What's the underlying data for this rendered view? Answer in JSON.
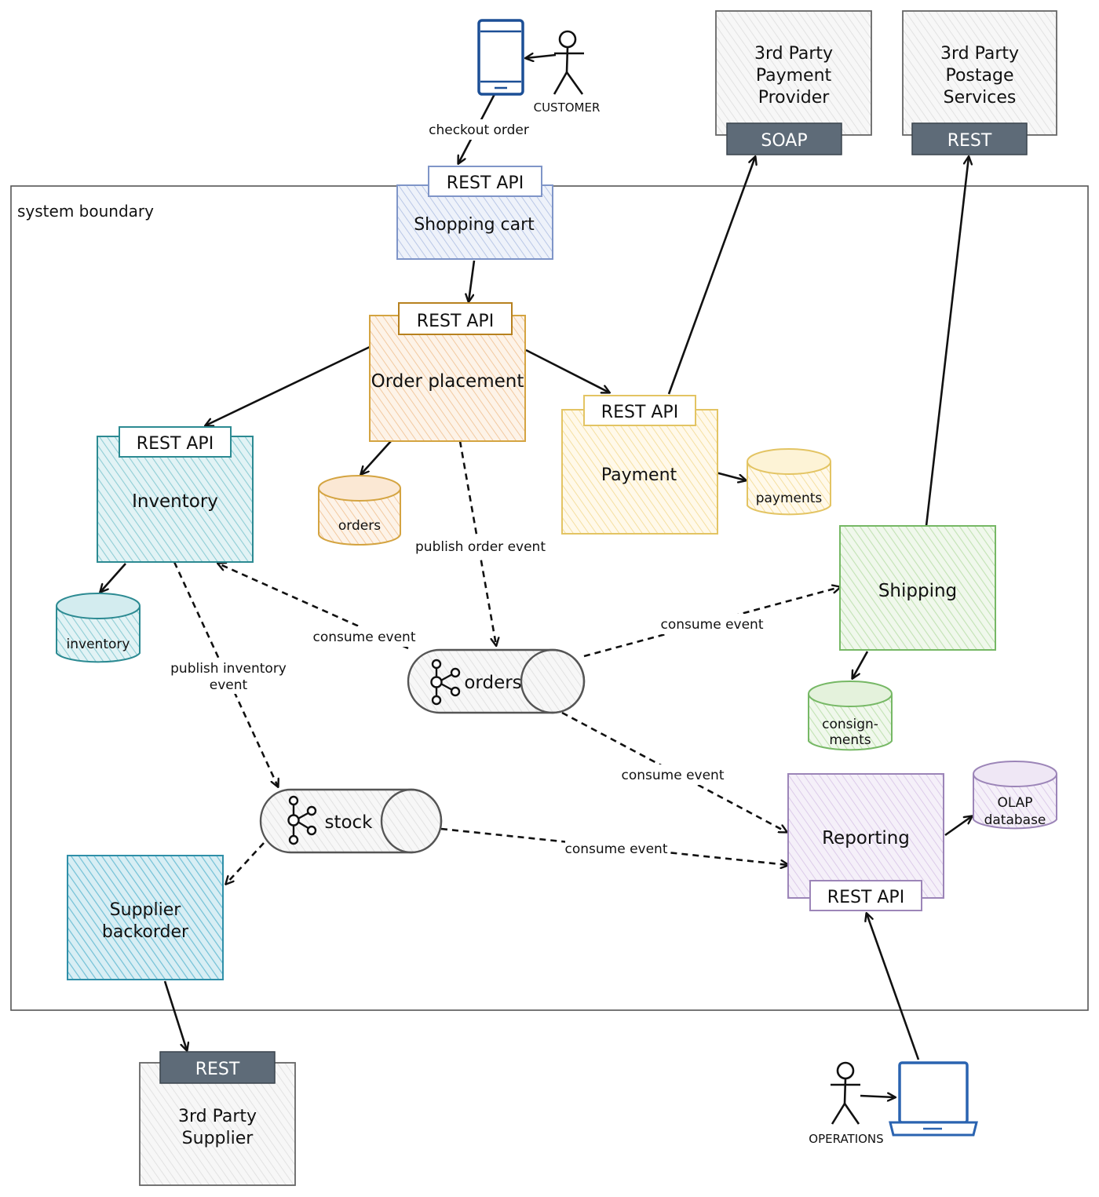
{
  "boundary": {
    "label": "system boundary"
  },
  "actors": {
    "customer": "CUSTOMER",
    "operations": "OPERATIONS"
  },
  "services": {
    "shopping_cart": {
      "title": "Shopping cart",
      "api": "REST API"
    },
    "order_placement": {
      "title": "Order placement",
      "api": "REST API"
    },
    "inventory": {
      "title": "Inventory",
      "api": "REST API"
    },
    "payment": {
      "title": "Payment",
      "api": "REST API"
    },
    "shipping": {
      "title": "Shipping"
    },
    "reporting": {
      "title": "Reporting",
      "api": "REST API"
    },
    "supplier_backorder": {
      "title_line1": "Supplier",
      "title_line2": "backorder"
    }
  },
  "external": {
    "payment_provider": {
      "line1": "3rd Party",
      "line2": "Payment",
      "line3": "Provider",
      "api": "SOAP"
    },
    "postage": {
      "line1": "3rd Party",
      "line2": "Postage",
      "line3": "Services",
      "api": "REST"
    },
    "supplier": {
      "line1": "3rd Party",
      "line2": "Supplier",
      "api": "REST"
    }
  },
  "databases": {
    "orders": "orders",
    "payments": "payments",
    "inventory": "inventory",
    "consignments_line1": "consign-",
    "consignments_line2": "ments",
    "olap_line1": "OLAP",
    "olap_line2": "database"
  },
  "topics": {
    "orders": "orders",
    "stock": "stock"
  },
  "edge_labels": {
    "checkout": "checkout order",
    "publish_order": "publish order event",
    "consume_inventory": "consume event",
    "consume_shipping": "consume event",
    "consume_reporting_orders": "consume event",
    "consume_reporting_stock": "consume event",
    "publish_inventory_line1": "publish inventory",
    "publish_inventory_line2": "event"
  },
  "colors": {
    "blue": "#7f95c8",
    "blue_fill": "#dfe6f5",
    "orange": "#d4a441",
    "orange_fill": "#fbe6cf",
    "yellow": "#e3c463",
    "yellow_fill": "#fdf1cf",
    "teal": "#2c8a92",
    "teal_fill": "#bfe3e8",
    "cyan": "#2f8fa8",
    "cyan_fill": "#a8d9e6",
    "green": "#76b865",
    "green_fill": "#d5ecc9",
    "purple": "#9c85b8",
    "purple_fill": "#e6dcef",
    "gray": "#666666",
    "gray_fill": "#efefef",
    "slate": "#5e6b78",
    "device_blue": "#1c4f96"
  }
}
